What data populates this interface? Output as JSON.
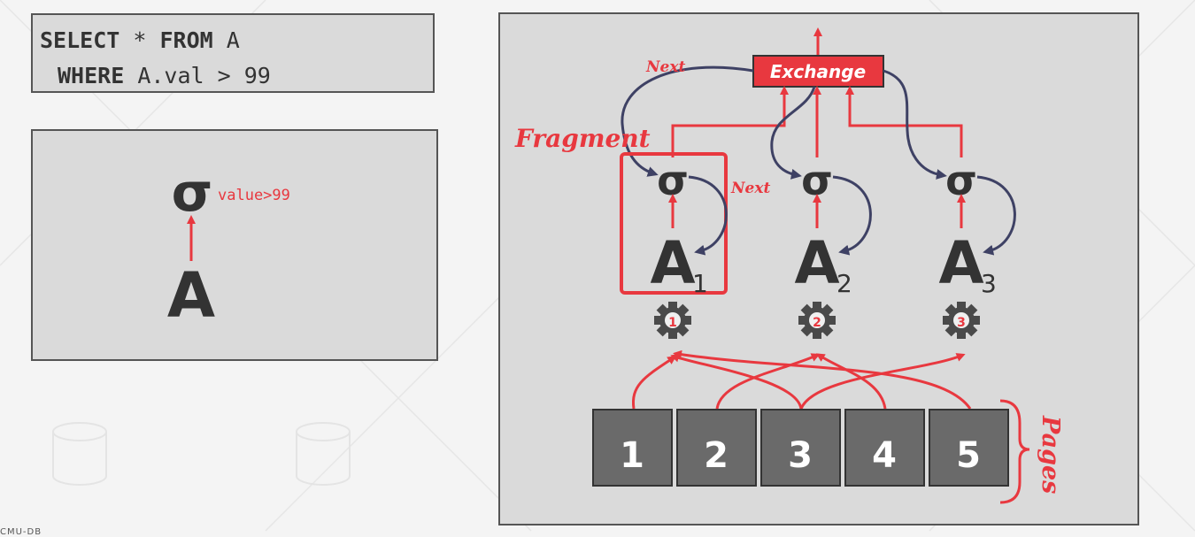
{
  "sql": {
    "kw_select": "SELECT",
    "star": " * ",
    "kw_from": "FROM",
    "table": " A",
    "kw_where": "WHERE",
    "condition": " A.val > 99"
  },
  "tree": {
    "operator_symbol": "σ",
    "predicate": "value>99",
    "table_label": "A"
  },
  "diagram": {
    "exchange_label": "Exchange",
    "fragment_label": "Fragment",
    "next_label_top": "Next",
    "next_label_mid": "Next",
    "pages_label": "Pages",
    "fragments": [
      {
        "operator": "σ",
        "table": "A",
        "subscript": "1",
        "worker": "1"
      },
      {
        "operator": "σ",
        "table": "A",
        "subscript": "2",
        "worker": "2"
      },
      {
        "operator": "σ",
        "table": "A",
        "subscript": "3",
        "worker": "3"
      }
    ],
    "pages": [
      "1",
      "2",
      "3",
      "4",
      "5"
    ]
  },
  "footer": {
    "text": "CMU-DB"
  },
  "colors": {
    "red": "#e8383f",
    "navy": "#3e4164",
    "page_fill": "#6a6a6a",
    "text_dark": "#333333"
  }
}
